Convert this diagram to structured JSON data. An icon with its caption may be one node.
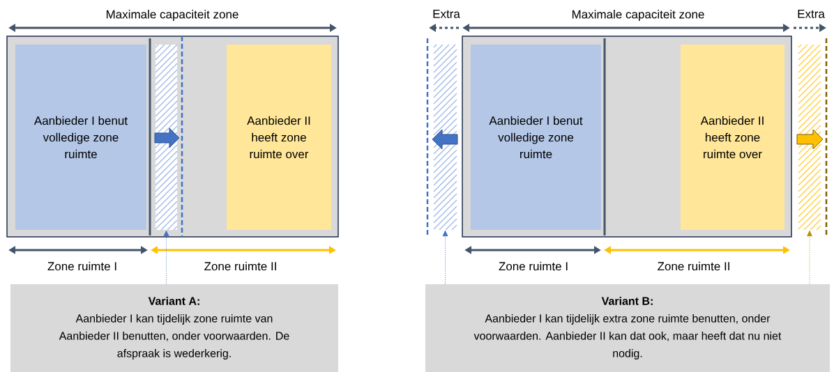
{
  "diagram": {
    "nodes": [
      {
        "text": [],
        "shape": "box"
      },
      {
        "text": [
          "Aanbieder I benut volledige zone ruimte"
        ],
        "in": 0
      },
      {
        "text": [
          "Aanbieder II heeft zone ruimte over"
        ],
        "in": 0
      },
      {
        "text": [],
        "shape": "bar",
        "in": 0
      },
      {
        "text": [
          "Variant A:",
          "Aanbieder I kan tijdelijk zone ruimte van Aanbieder II benutten, onder voorwaarden. De afspraak is wederkerig."
        ]
      },
      {
        "text": [],
        "shape": "box"
      },
      {
        "text": [
          "Aanbieder I benut volledige zone ruimte"
        ],
        "in": 5
      },
      {
        "text": [
          "Aanbieder II heeft zone ruimte over"
        ],
        "in": 5
      },
      {
        "text": [],
        "shape": "bar"
      },
      {
        "text": [],
        "shape": "bar"
      },
      {
        "text": [
          "Variant B:",
          "Aanbieder I kan tijdelijk extra zone ruimte benutten, onder voorwaarden. Aanbieder II kan dat ook, maar heeft dat nu niet nodig."
        ]
      }
    ],
    "edges": [
      {
        "from": 4,
        "to": 3,
        "arrow": "to"
      },
      {
        "from": 10,
        "to": 8,
        "arrow": "to"
      },
      {
        "from": 10,
        "to": 9,
        "arrow": "to",
        "color": "#bf9000"
      }
    ],
    "labels": [
      "Maximale capaciteit zone",
      "Zone ruimte I",
      "Zone ruimte II",
      "Extra",
      "Maximale capaciteit zone",
      "Extra",
      "Zone ruimte I",
      "Zone ruimte II"
    ]
  }
}
